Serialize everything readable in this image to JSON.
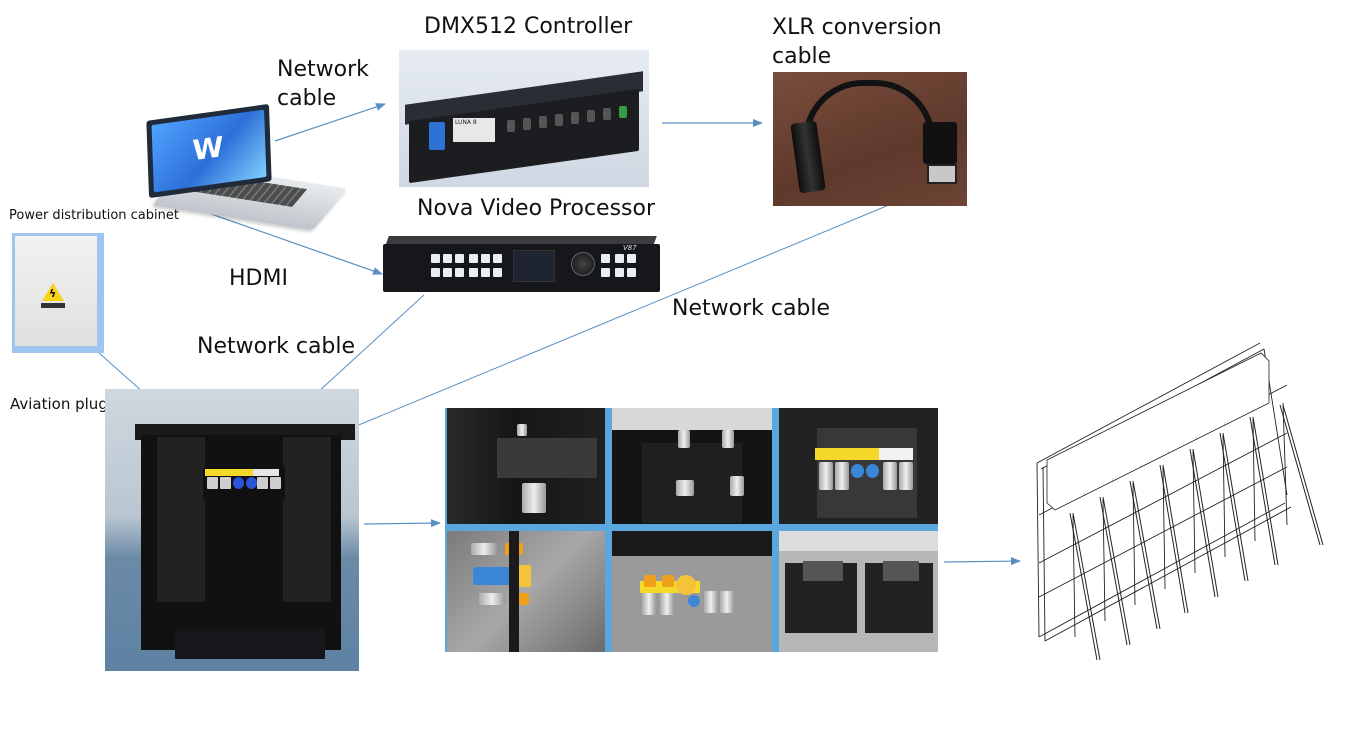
{
  "diagram": {
    "nodes": {
      "laptop": {
        "label": "",
        "icon": "laptop-icon"
      },
      "dmx_controller": {
        "label": "DMX512 Controller",
        "device_tag": "LUNA 8"
      },
      "xlr_cable": {
        "label": "XLR conversion cable",
        "label_line1": "XLR conversion",
        "label_line2": "cable"
      },
      "video_processor": {
        "label": "Nova Video Processor",
        "device_tag": "V87"
      },
      "power_cabinet": {
        "label": "Power distribution cabinet"
      },
      "cabinet_back": {
        "label": ""
      },
      "connector_photos": {
        "label": ""
      },
      "stage_frame": {
        "label": ""
      }
    },
    "edges": [
      {
        "from": "laptop",
        "to": "dmx_controller",
        "label_line1": "Network",
        "label_line2": "cable"
      },
      {
        "from": "dmx_controller",
        "to": "xlr_cable",
        "label": ""
      },
      {
        "from": "laptop",
        "to": "video_processor",
        "label": "HDMI"
      },
      {
        "from": "video_processor",
        "to": "cabinet_back",
        "label": "Network cable"
      },
      {
        "from": "xlr_cable",
        "to": "cabinet_back",
        "label": "Network cable"
      },
      {
        "from": "power_cabinet",
        "to": "cabinet_back",
        "label": "Aviation plug cable"
      },
      {
        "from": "cabinet_back",
        "to": "connector_photos",
        "label": ""
      },
      {
        "from": "connector_photos",
        "to": "stage_frame",
        "label": ""
      }
    ],
    "line_color": "#5b8fc2",
    "grid_border_color": "#5aa7de"
  }
}
